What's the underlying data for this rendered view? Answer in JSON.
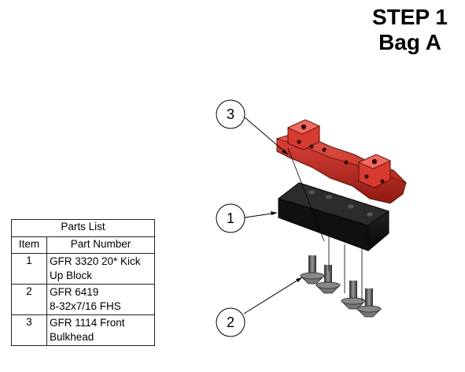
{
  "header": {
    "step": "STEP 1",
    "bag": "Bag A"
  },
  "parts_list": {
    "caption": "Parts List",
    "columns": [
      "Item",
      "Part Number"
    ],
    "rows": [
      {
        "item": "1",
        "line1": "GFR 3320 20* Kick",
        "line2": "Up Block"
      },
      {
        "item": "2",
        "line1": "GFR 6419",
        "line2": "8-32x7/16 FHS"
      },
      {
        "item": "3",
        "line1": "GFR 1114 Front",
        "line2": "Bulkhead"
      }
    ]
  },
  "callouts": {
    "c1": "1",
    "c2": "2",
    "c3": "3"
  },
  "colors": {
    "bulkhead_red": "#c0291f",
    "block_black": "#141414",
    "screw_gray": "#6b6b6b"
  }
}
